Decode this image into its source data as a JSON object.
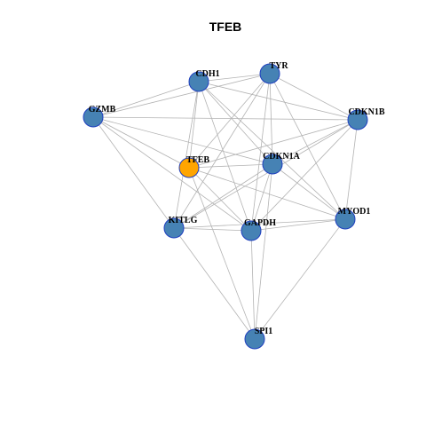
{
  "title": "TFEB",
  "colors": {
    "node_default": "#4682b4",
    "node_highlight": "#ffa500",
    "node_stroke": "#1f3fbf",
    "edge": "#b3b3b3"
  },
  "nodes": [
    {
      "id": "CDH1",
      "label": "CDH1",
      "highlight": false
    },
    {
      "id": "TYR",
      "label": "TYR",
      "highlight": false
    },
    {
      "id": "GZMB",
      "label": "GZMB",
      "highlight": false
    },
    {
      "id": "CDKN1B",
      "label": "CDKN1B",
      "highlight": false
    },
    {
      "id": "TFEB",
      "label": "TFEB",
      "highlight": true
    },
    {
      "id": "CDKN1A",
      "label": "CDKN1A",
      "highlight": false
    },
    {
      "id": "KITLG",
      "label": "KITLG",
      "highlight": false
    },
    {
      "id": "GAPDH",
      "label": "GAPDH",
      "highlight": false
    },
    {
      "id": "MYOD1",
      "label": "MYOD1",
      "highlight": false
    },
    {
      "id": "SPI1",
      "label": "SPI1",
      "highlight": false
    }
  ],
  "edges": [
    [
      "CDH1",
      "TYR"
    ],
    [
      "CDH1",
      "GZMB"
    ],
    [
      "CDH1",
      "CDKN1B"
    ],
    [
      "CDH1",
      "TFEB"
    ],
    [
      "CDH1",
      "CDKN1A"
    ],
    [
      "CDH1",
      "KITLG"
    ],
    [
      "CDH1",
      "GAPDH"
    ],
    [
      "CDH1",
      "MYOD1"
    ],
    [
      "TYR",
      "GZMB"
    ],
    [
      "TYR",
      "CDKN1B"
    ],
    [
      "TYR",
      "TFEB"
    ],
    [
      "TYR",
      "CDKN1A"
    ],
    [
      "TYR",
      "KITLG"
    ],
    [
      "TYR",
      "GAPDH"
    ],
    [
      "TYR",
      "MYOD1"
    ],
    [
      "GZMB",
      "CDKN1B"
    ],
    [
      "GZMB",
      "TFEB"
    ],
    [
      "GZMB",
      "CDKN1A"
    ],
    [
      "GZMB",
      "KITLG"
    ],
    [
      "GZMB",
      "GAPDH"
    ],
    [
      "CDKN1B",
      "TFEB"
    ],
    [
      "CDKN1B",
      "CDKN1A"
    ],
    [
      "CDKN1B",
      "KITLG"
    ],
    [
      "CDKN1B",
      "GAPDH"
    ],
    [
      "CDKN1B",
      "MYOD1"
    ],
    [
      "TFEB",
      "CDKN1A"
    ],
    [
      "TFEB",
      "GAPDH"
    ],
    [
      "TFEB",
      "MYOD1"
    ],
    [
      "TFEB",
      "SPI1"
    ],
    [
      "CDKN1A",
      "KITLG"
    ],
    [
      "CDKN1A",
      "GAPDH"
    ],
    [
      "CDKN1A",
      "MYOD1"
    ],
    [
      "CDKN1A",
      "SPI1"
    ],
    [
      "KITLG",
      "GAPDH"
    ],
    [
      "KITLG",
      "MYOD1"
    ],
    [
      "KITLG",
      "SPI1"
    ],
    [
      "GAPDH",
      "MYOD1"
    ],
    [
      "GAPDH",
      "SPI1"
    ],
    [
      "MYOD1",
      "SPI1"
    ]
  ]
}
